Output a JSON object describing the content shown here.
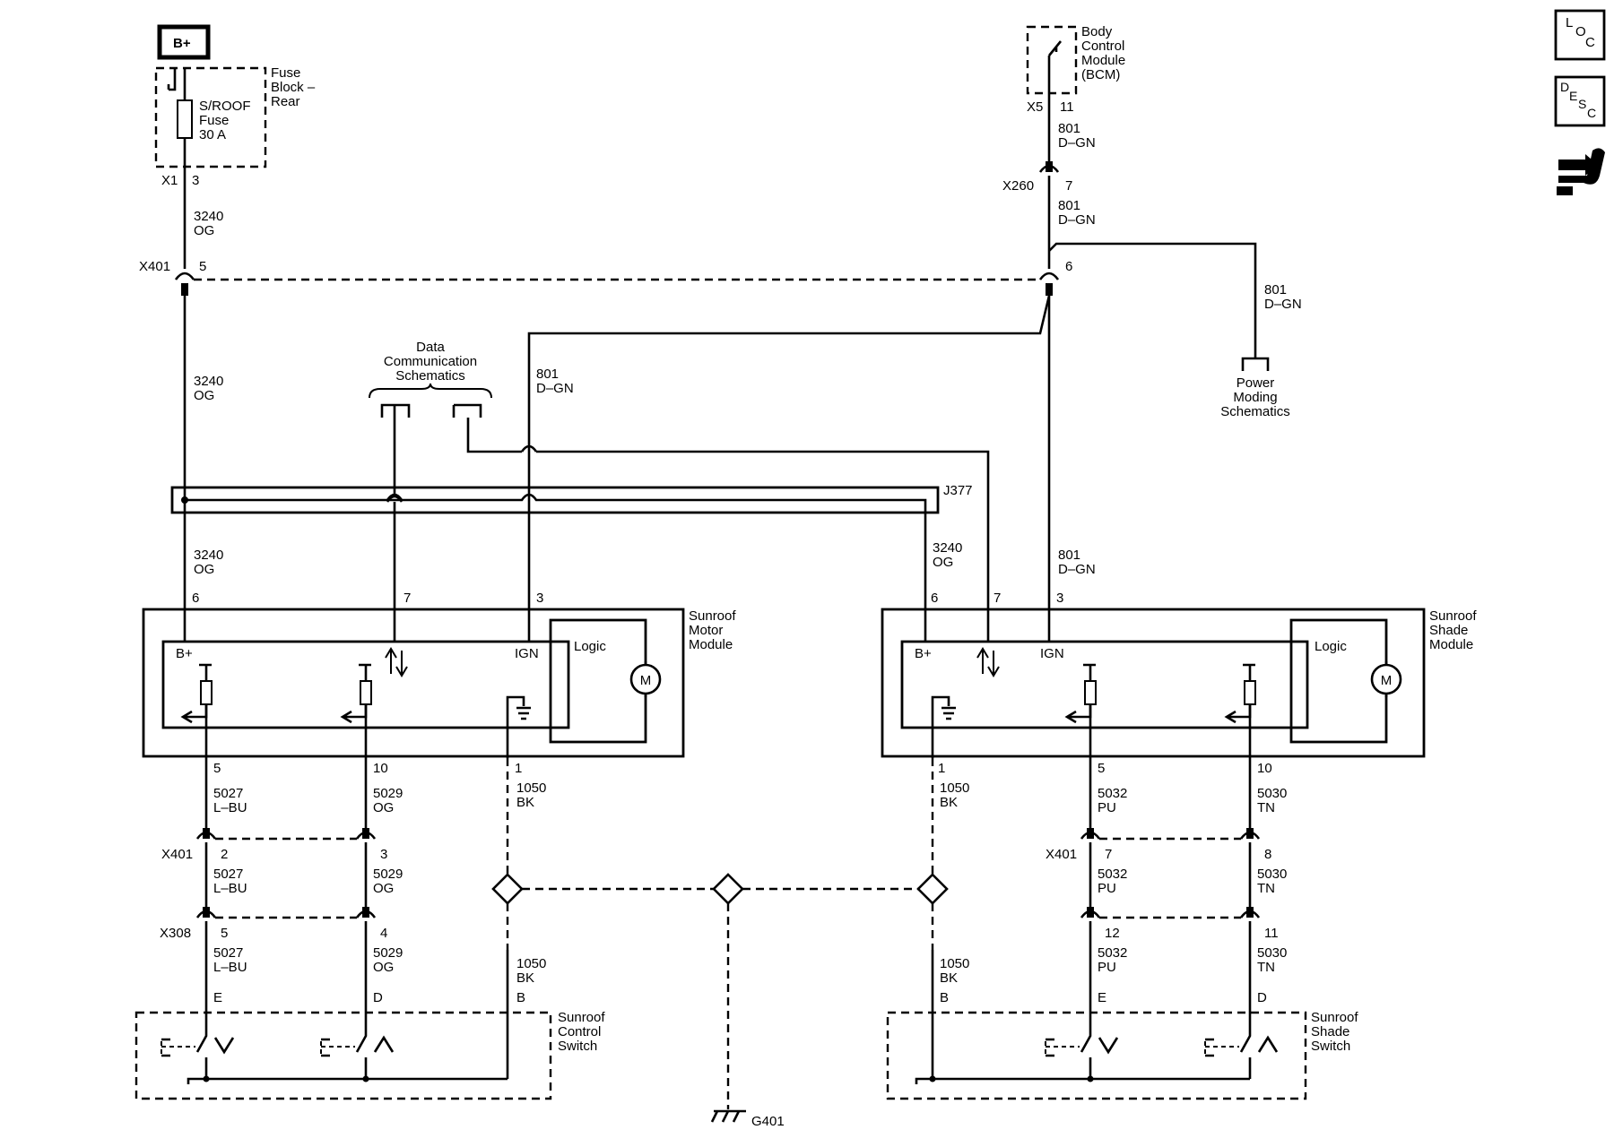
{
  "nav_icons": {
    "location": [
      "L",
      "O",
      "C"
    ],
    "description": [
      "D",
      "E",
      "S",
      "C"
    ],
    "tool_icon": "wrench-arrow-icon"
  },
  "power": {
    "battery": "B+",
    "fuse_block": [
      "Fuse",
      "Block –",
      "Rear"
    ],
    "fuse_label": [
      "S/ROOF",
      "Fuse",
      "30 A"
    ],
    "fuse_connector": "X1",
    "fuse_pin": "3"
  },
  "bcm": {
    "label": [
      "Body",
      "Control",
      "Module",
      "(BCM)"
    ],
    "connector": "X5",
    "pin": "11"
  },
  "connectors": {
    "x260": "X260",
    "x260_pin": "7",
    "x401": "X401",
    "x401_pin_ig": "6",
    "x401_pin_b": "5",
    "x401_pin_2": "2",
    "x401_pin_3": "3",
    "x401_pin_7": "7",
    "x401_pin_8": "8",
    "x308": "X308",
    "x308_pin_5": "5",
    "x308_pin_4": "4",
    "x308_pin_12": "12",
    "x308_pin_11": "11",
    "j377": "J377"
  },
  "wires": {
    "ign_num": "801",
    "ign_color": "D–GN",
    "bat_num": "3240",
    "bat_color": "OG",
    "l_up_num": "5027",
    "l_up_color": "L–BU",
    "l_dn_num": "5029",
    "l_dn_color": "OG",
    "gnd_num": "1050",
    "gnd_color": "BK",
    "r_a_num": "5032",
    "r_a_color": "PU",
    "r_b_num": "5030",
    "r_b_color": "TN"
  },
  "references": {
    "data_comm": [
      "Data",
      "Communication",
      "Schematics"
    ],
    "power_moding": [
      "Power",
      "Moding",
      "Schematics"
    ]
  },
  "motor_module": {
    "name": [
      "Sunroof",
      "Motor",
      "Module"
    ],
    "pin_bat": "6",
    "pin_data": "7",
    "pin_ign": "3",
    "pin_up": "5",
    "pin_dn": "10",
    "pin_gnd": "1",
    "b_label": "B+",
    "ign_label": "IGN",
    "logic_label": "Logic",
    "motor_label": "M"
  },
  "shade_module": {
    "name": [
      "Sunroof",
      "Shade",
      "Module"
    ],
    "pin_bat": "6",
    "pin_data": "7",
    "pin_ign": "3",
    "pin_gnd": "1",
    "pin_a": "5",
    "pin_b": "10",
    "b_label": "B+",
    "ign_label": "IGN",
    "logic_label": "Logic",
    "motor_label": "M"
  },
  "control_switch": {
    "name": [
      "Sunroof",
      "Control",
      "Switch"
    ],
    "pin_e": "E",
    "pin_d": "D",
    "pin_b": "B"
  },
  "shade_switch": {
    "name": [
      "Sunroof",
      "Shade",
      "Switch"
    ],
    "pin_b": "B",
    "pin_e": "E",
    "pin_d": "D"
  },
  "ground": {
    "label": "G401"
  }
}
